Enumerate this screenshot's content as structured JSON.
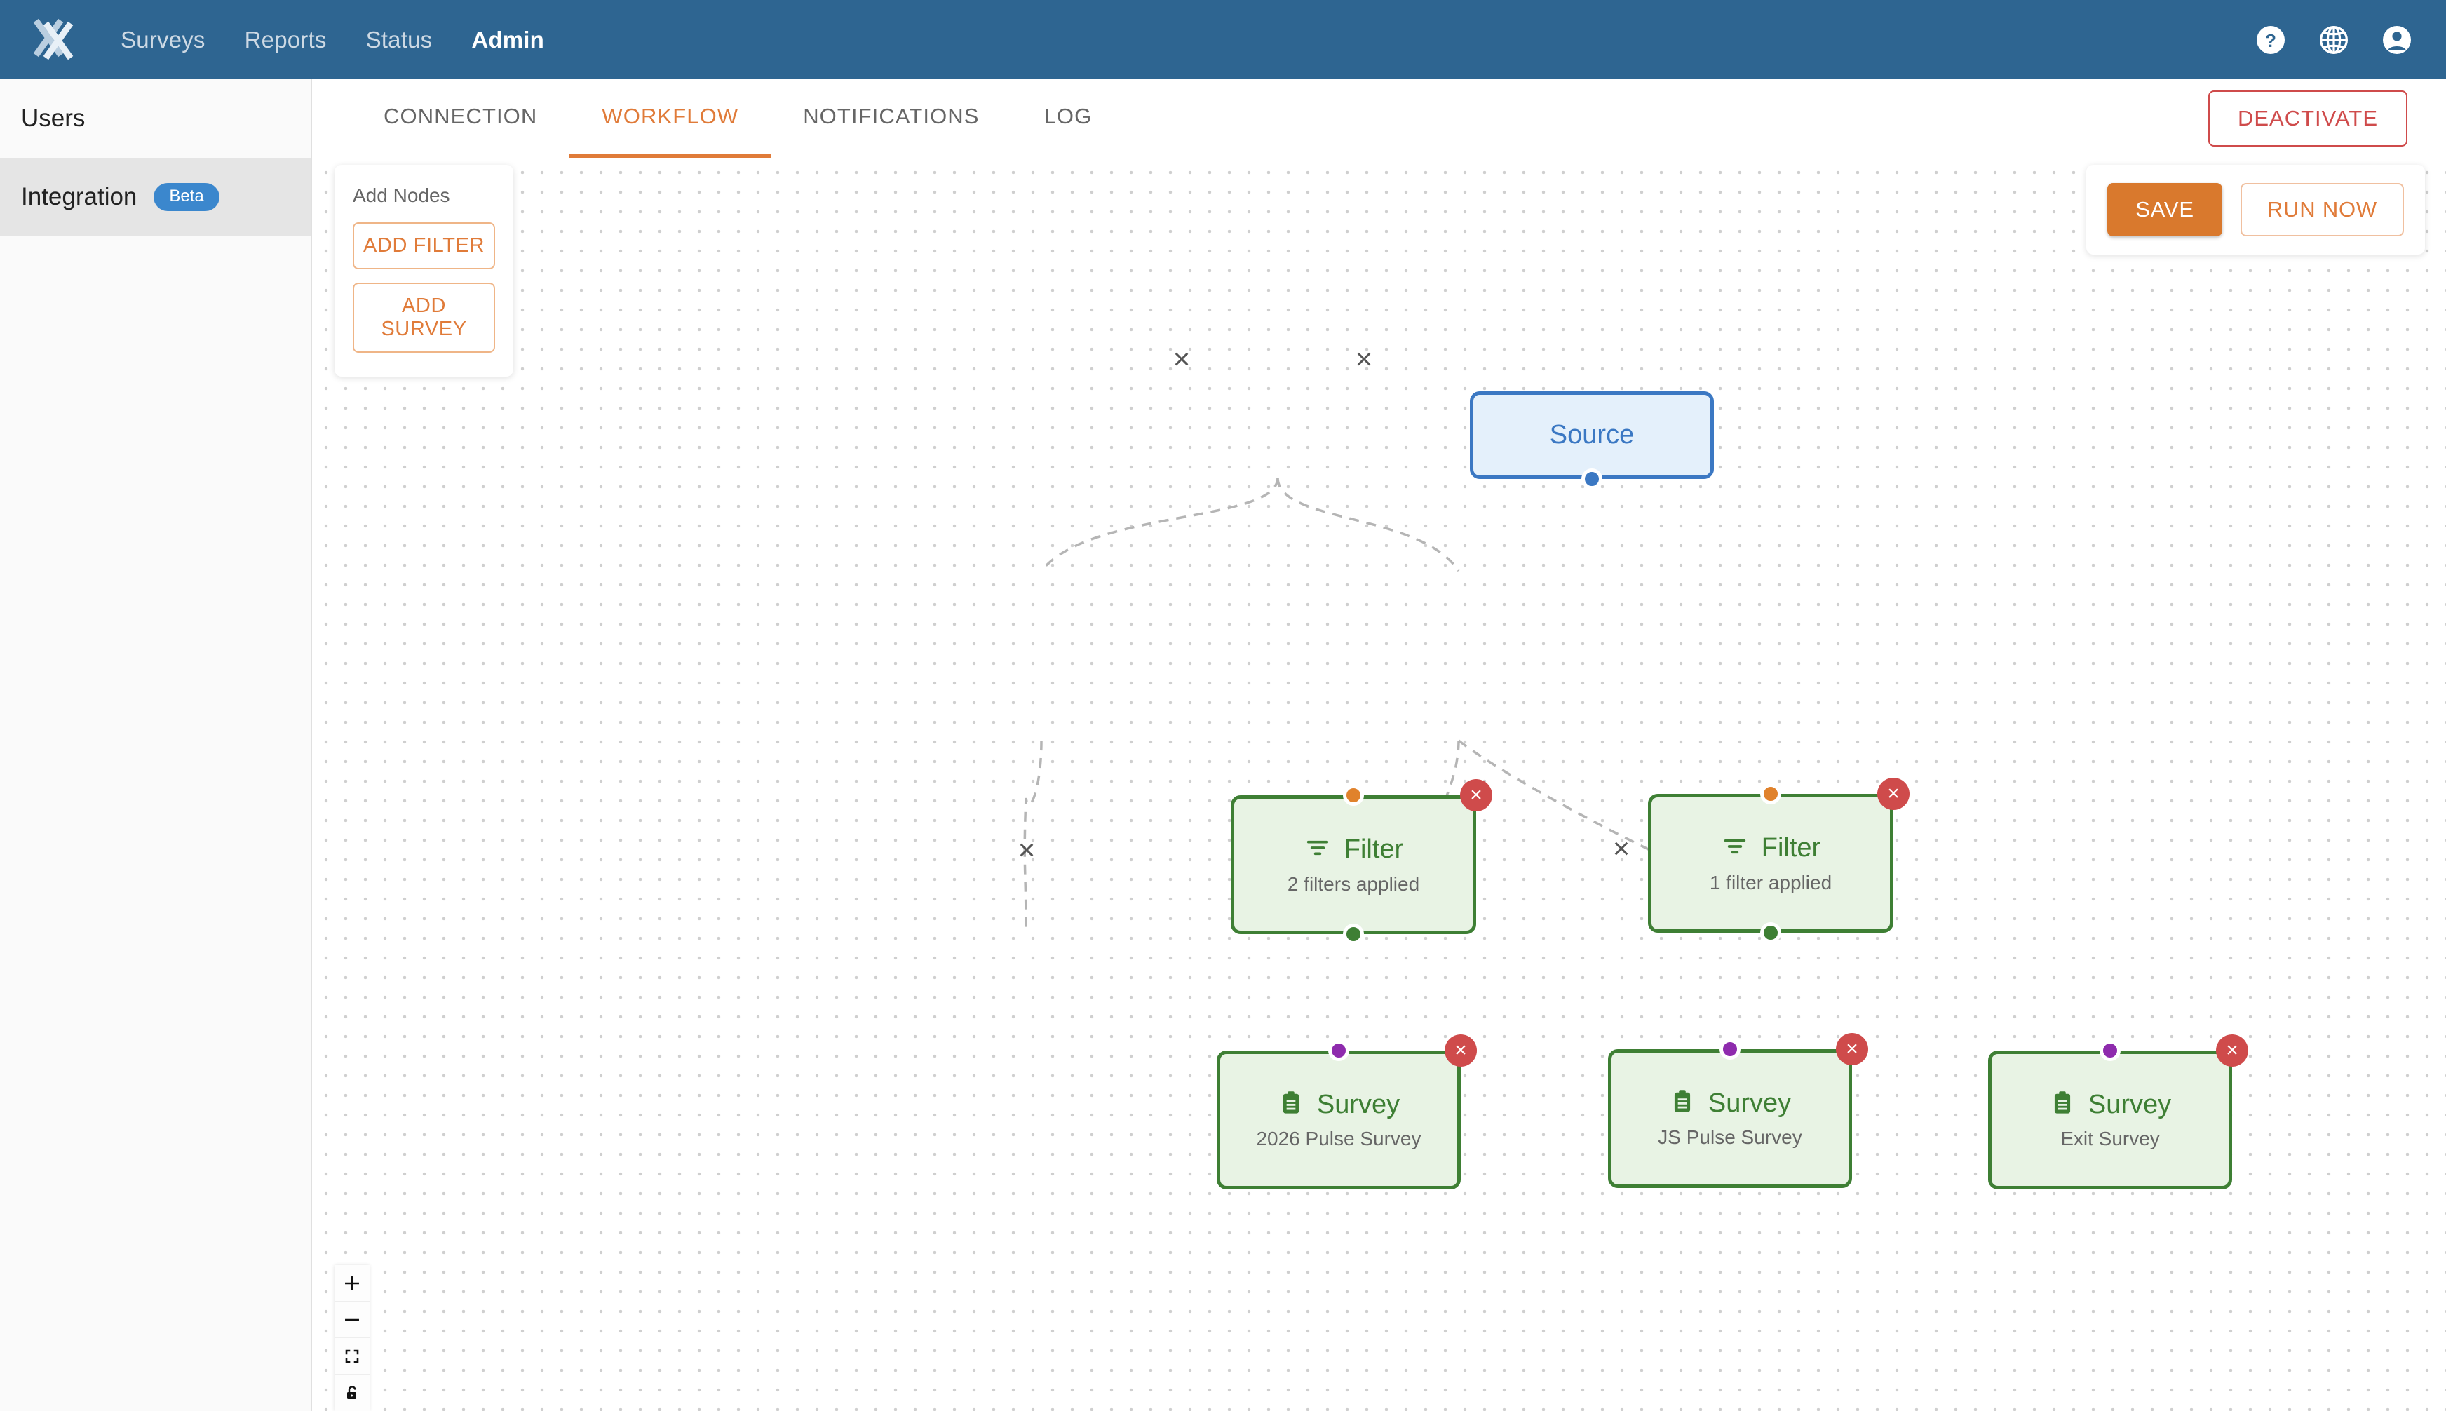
{
  "topnav": {
    "logo_icon": "brand-x-logo",
    "links": [
      {
        "label": "Surveys",
        "active": false
      },
      {
        "label": "Reports",
        "active": false
      },
      {
        "label": "Status",
        "active": false
      },
      {
        "label": "Admin",
        "active": true
      }
    ],
    "icons": [
      {
        "name": "help-icon",
        "glyph": "?"
      },
      {
        "name": "globe-icon",
        "glyph": "globe"
      },
      {
        "name": "account-icon",
        "glyph": "user"
      }
    ],
    "background_color": "#2e6591"
  },
  "sidebar": {
    "items": [
      {
        "label": "Users",
        "badge": null,
        "active": false
      },
      {
        "label": "Integration",
        "badge": "Beta",
        "active": true
      }
    ],
    "badge_color": "#3b87cd"
  },
  "tabs": [
    {
      "label": "CONNECTION",
      "active": false
    },
    {
      "label": "WORKFLOW",
      "active": true
    },
    {
      "label": "NOTIFICATIONS",
      "active": false
    },
    {
      "label": "LOG",
      "active": false
    }
  ],
  "header_actions": {
    "deactivate_label": "DEACTIVATE",
    "deactivate_color": "#cf4b4b"
  },
  "add_nodes_panel": {
    "title": "Add Nodes",
    "add_filter_label": "ADD FILTER",
    "add_survey_label": "ADD SURVEY"
  },
  "action_panel": {
    "save_label": "SAVE",
    "run_now_label": "RUN NOW",
    "save_color": "#d9792d",
    "accent_color": "#e07b39"
  },
  "workflow": {
    "nodes": [
      {
        "id": "source",
        "type": "source",
        "title": "Source",
        "subtitle": null,
        "icon": null,
        "deletable": false,
        "output_handle_color": "#3b78c3"
      },
      {
        "id": "filter-1",
        "type": "filter",
        "title": "Filter",
        "subtitle": "2 filters applied",
        "icon": "filter-icon",
        "deletable": true,
        "input_handle_color": "#e0822c",
        "output_handle_color": "#3e7f34"
      },
      {
        "id": "filter-2",
        "type": "filter",
        "title": "Filter",
        "subtitle": "1 filter applied",
        "icon": "filter-icon",
        "deletable": true,
        "input_handle_color": "#e0822c",
        "output_handle_color": "#3e7f34"
      },
      {
        "id": "survey-1",
        "type": "survey",
        "title": "Survey",
        "subtitle": "2026 Pulse Survey",
        "icon": "clipboard-icon",
        "deletable": true,
        "input_handle_color": "#8e2bad"
      },
      {
        "id": "survey-2",
        "type": "survey",
        "title": "Survey",
        "subtitle": "JS Pulse Survey",
        "icon": "clipboard-icon",
        "deletable": true,
        "input_handle_color": "#8e2bad"
      },
      {
        "id": "survey-3",
        "type": "survey",
        "title": "Survey",
        "subtitle": "Exit Survey",
        "icon": "clipboard-icon",
        "deletable": true,
        "input_handle_color": "#8e2bad"
      }
    ],
    "edges": [
      {
        "from": "source",
        "to": "filter-1",
        "removable": true
      },
      {
        "from": "source",
        "to": "filter-2",
        "removable": true
      },
      {
        "from": "filter-1",
        "to": "survey-1",
        "removable": true
      },
      {
        "from": "filter-2",
        "to": "survey-2",
        "removable": true
      },
      {
        "from": "filter-2",
        "to": "survey-3",
        "removable": true
      }
    ],
    "delete_glyph": "×",
    "edge_remove_glyph": "×"
  },
  "zoom_controls": [
    {
      "name": "zoom-in-icon",
      "glyph": "+"
    },
    {
      "name": "zoom-out-icon",
      "glyph": "−"
    },
    {
      "name": "fit-view-icon",
      "glyph": "fit"
    },
    {
      "name": "lock-icon",
      "glyph": "lock"
    }
  ]
}
